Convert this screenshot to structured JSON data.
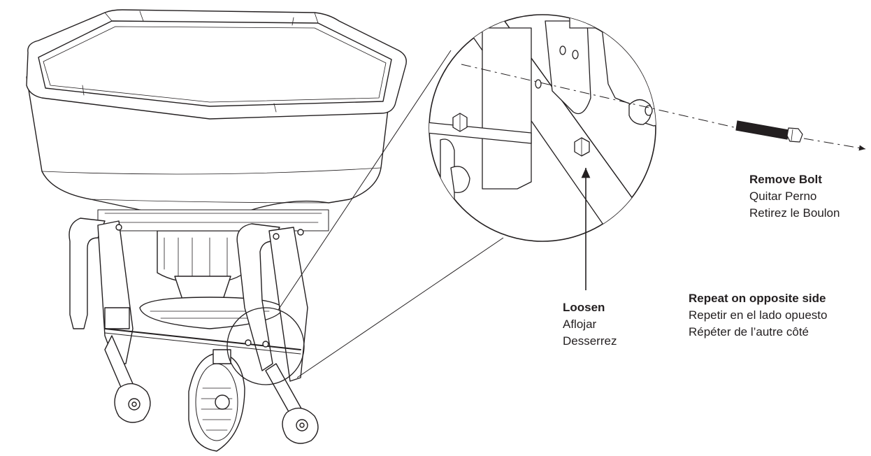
{
  "callouts": {
    "remove_bolt": {
      "en": "Remove Bolt",
      "es": "Quitar Perno",
      "fr": "Retirez le Boulon"
    },
    "loosen": {
      "en": "Loosen",
      "es": "Aflojar",
      "fr": "Desserrez"
    },
    "repeat": {
      "en": "Repeat on opposite side",
      "es": "Repetir en el lado opuesto",
      "fr": "Répéter de l’autre côté"
    }
  },
  "colors": {
    "ink": "#231f20",
    "background": "#ffffff"
  },
  "icons": [
    "spreader-illustration",
    "bolt-icon",
    "nut-icon",
    "arrow-icon",
    "detail-magnifier"
  ]
}
